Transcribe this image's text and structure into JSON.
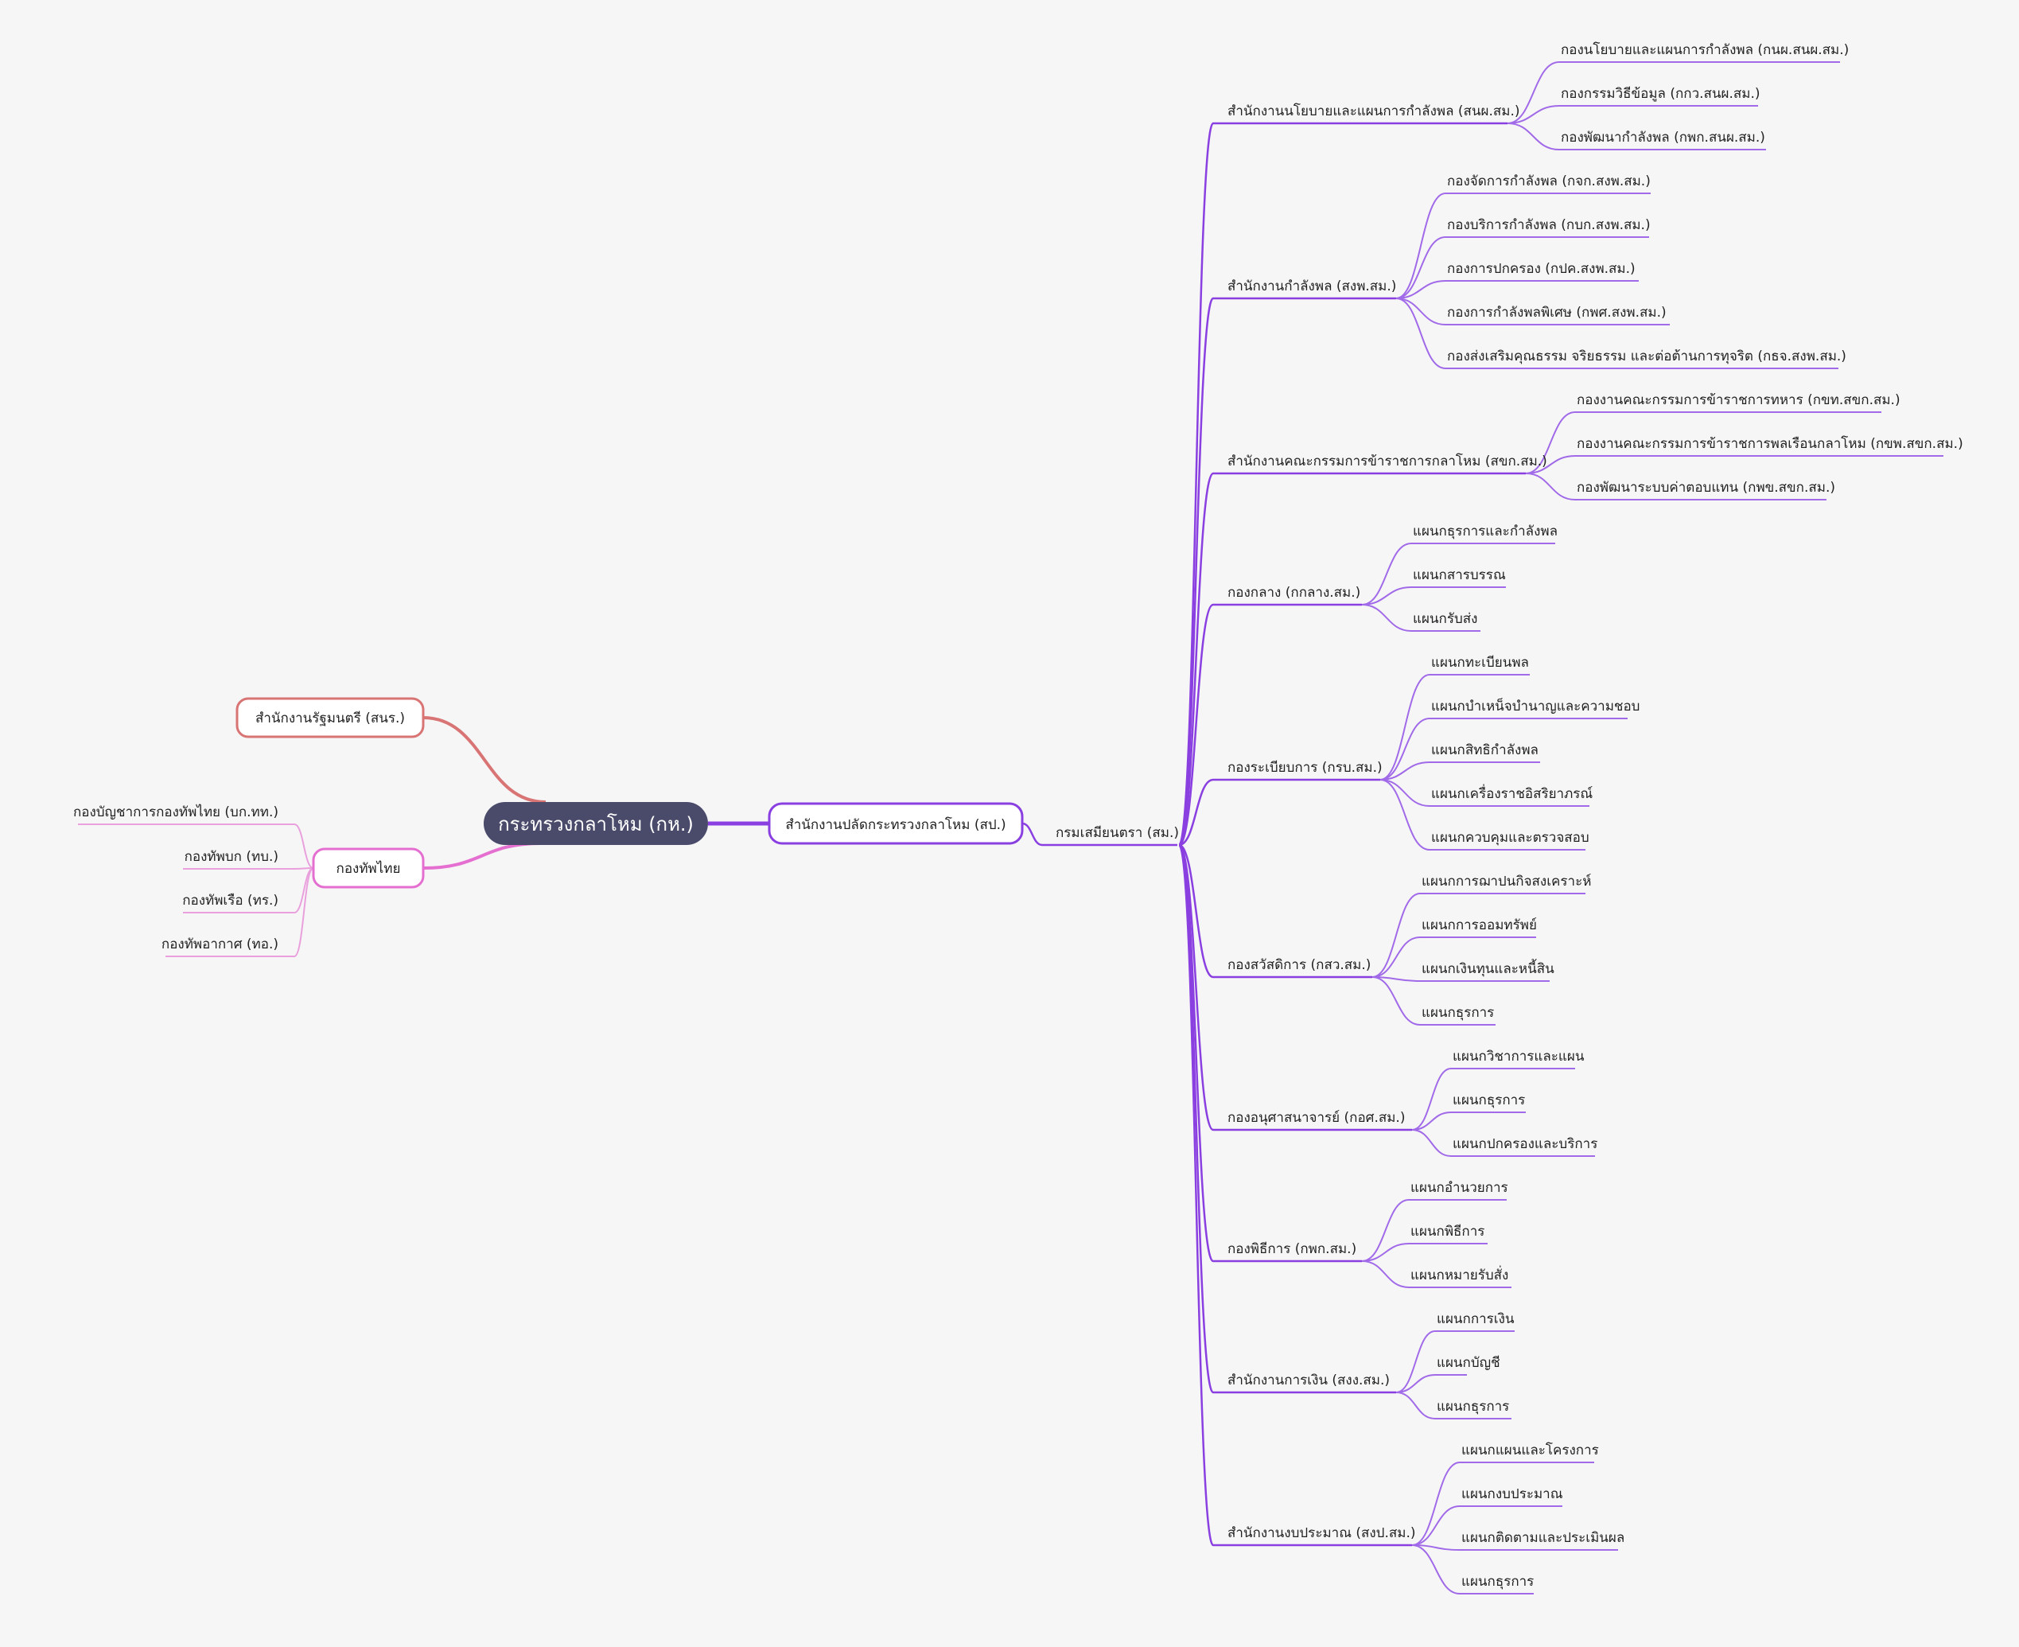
{
  "colors": {
    "background": "#f6f6f7",
    "root": "#4a4b6a",
    "purple": "#8a3fe0",
    "purple_light": "#a16ae8",
    "pink": "#e56fd0",
    "pink_light": "#e9a0dc",
    "red": "#d97474"
  },
  "root": {
    "label": "กระทรวงกลาโหม (กห.)"
  },
  "left": {
    "red_branch": {
      "label": "สำนักงานรัฐมนตรี (สนร.)"
    },
    "pink_branch": {
      "label": "กองทัพไทย",
      "children": [
        "กองบัญชาการกองทัพไทย (บก.ทท.)",
        "กองทัพบก (ทบ.)",
        "กองทัพเรือ (ทร.)",
        "กองทัพอากาศ (ทอ.)"
      ]
    }
  },
  "right": {
    "branch": {
      "label": "สำนักงานปลัดกระทรวงกลาโหม (สป.)"
    },
    "sub": {
      "label": "กรมเสมียนตรา (สม.)",
      "groups": [
        {
          "label": "สำนักงานนโยบายและแผนการกำลังพล (สนผ.สม.)",
          "children": [
            "กองนโยบายและแผนการกำลังพล (กนผ.สนผ.สม.)",
            "กองกรรมวิธีข้อมูล (กกว.สนผ.สม.)",
            "กองพัฒนากำลังพล (กพก.สนผ.สม.)"
          ]
        },
        {
          "label": "สำนักงานกำลังพล (สงพ.สม.)",
          "children": [
            "กองจัดการกำลังพล (กจก.สงพ.สม.)",
            "กองบริการกำลังพล (กบก.สงพ.สม.)",
            "กองการปกครอง (กปค.สงพ.สม.)",
            "กองการกำลังพลพิเศษ (กพศ.สงพ.สม.)",
            "กองส่งเสริมคุณธรรม จริยธรรม และต่อต้านการทุจริต (กธจ.สงพ.สม.)"
          ]
        },
        {
          "label": "สำนักงานคณะกรรมการข้าราชการกลาโหม (สขก.สม.)",
          "children": [
            "กองงานคณะกรรมการข้าราชการทหาร (กขท.สขก.สม.)",
            "กองงานคณะกรรมการข้าราชการพลเรือนกลาโหม (กขพ.สขก.สม.)",
            "กองพัฒนาระบบค่าตอบแทน (กพข.สขก.สม.)"
          ]
        },
        {
          "label": "กองกลาง (กกลาง.สม.)",
          "children": [
            "แผนกธุรการและกำลังพล",
            "แผนกสารบรรณ",
            "แผนกรับส่ง"
          ]
        },
        {
          "label": "กองระเบียบการ (กรบ.สม.)",
          "children": [
            "แผนกทะเบียนพล",
            "แผนกบำเหน็จบำนาญและความชอบ",
            "แผนกสิทธิกำลังพล",
            "แผนกเครื่องราชอิสริยาภรณ์",
            "แผนกควบคุมและตรวจสอบ"
          ]
        },
        {
          "label": "กองสวัสดิการ (กสว.สม.)",
          "children": [
            "แผนกการฌาปนกิจสงเคราะห์",
            "แผนกการออมทรัพย์",
            "แผนกเงินทุนและหนี้สิน",
            "แผนกธุรการ"
          ]
        },
        {
          "label": "กองอนุศาสนาจารย์ (กอศ.สม.)",
          "children": [
            "แผนกวิชาการและแผน",
            "แผนกธุรการ",
            "แผนกปกครองและบริการ"
          ]
        },
        {
          "label": "กองพิธีการ (กพก.สม.)",
          "children": [
            "แผนกอำนวยการ",
            "แผนกพิธีการ",
            "แผนกหมายรับสั่ง"
          ]
        },
        {
          "label": "สำนักงานการเงิน (สงง.สม.)",
          "children": [
            "แผนกการเงิน",
            "แผนกบัญชี",
            "แผนกธุรการ"
          ]
        },
        {
          "label": "สำนักงานงบประมาณ (สงป.สม.)",
          "children": [
            "แผนกแผนและโครงการ",
            "แผนกงบประมาณ",
            "แผนกติดตามและประเมินผล",
            "แผนกธุรการ"
          ]
        }
      ]
    }
  }
}
